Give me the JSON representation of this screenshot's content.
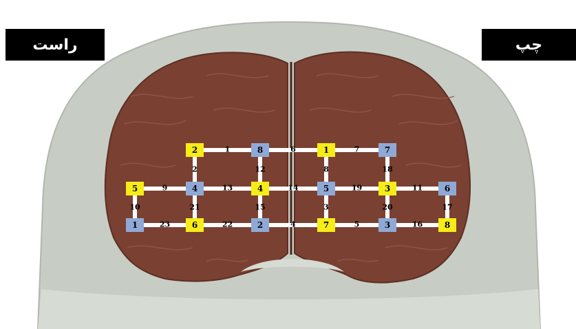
{
  "labels": {
    "right": "راست",
    "left": "چپ"
  },
  "colors": {
    "yellow_node": "#f5ec18",
    "blue_node": "#8fa9d6",
    "brain": "#7a4032",
    "head": "#c7cdc4",
    "edge": "#ffffff"
  },
  "nodes": [
    {
      "id": "y2",
      "label": "2",
      "color": "yellow"
    },
    {
      "id": "b8",
      "label": "8",
      "color": "blue"
    },
    {
      "id": "y1",
      "label": "1",
      "color": "yellow"
    },
    {
      "id": "b7",
      "label": "7",
      "color": "blue"
    },
    {
      "id": "y5",
      "label": "5",
      "color": "yellow"
    },
    {
      "id": "b4",
      "label": "4",
      "color": "blue"
    },
    {
      "id": "y4",
      "label": "4",
      "color": "yellow"
    },
    {
      "id": "b5",
      "label": "5",
      "color": "blue"
    },
    {
      "id": "y3",
      "label": "3",
      "color": "yellow"
    },
    {
      "id": "b6",
      "label": "6",
      "color": "blue"
    },
    {
      "id": "b1",
      "label": "1",
      "color": "blue"
    },
    {
      "id": "y6",
      "label": "6",
      "color": "yellow"
    },
    {
      "id": "b2",
      "label": "2",
      "color": "blue"
    },
    {
      "id": "y7",
      "label": "7",
      "color": "yellow"
    },
    {
      "id": "b3",
      "label": "3",
      "color": "blue"
    },
    {
      "id": "y8",
      "label": "8",
      "color": "yellow"
    }
  ],
  "edges": [
    {
      "from": "y2",
      "to": "b8",
      "label": "1"
    },
    {
      "from": "b8",
      "to": "y1",
      "label": "6"
    },
    {
      "from": "y1",
      "to": "b7",
      "label": "7"
    },
    {
      "from": "y2",
      "to": "b4",
      "label": "2"
    },
    {
      "from": "b8",
      "to": "y4",
      "label": "12"
    },
    {
      "from": "y1",
      "to": "b5",
      "label": "8"
    },
    {
      "from": "b7",
      "to": "y3",
      "label": "18"
    },
    {
      "from": "y5",
      "to": "b4",
      "label": "9"
    },
    {
      "from": "b4",
      "to": "y4",
      "label": "13"
    },
    {
      "from": "y4",
      "to": "b5",
      "label": "14"
    },
    {
      "from": "b5",
      "to": "y3",
      "label": "19"
    },
    {
      "from": "y3",
      "to": "b6",
      "label": "11"
    },
    {
      "from": "y5",
      "to": "b1",
      "label": "10"
    },
    {
      "from": "b4",
      "to": "y6",
      "label": "21"
    },
    {
      "from": "y4",
      "to": "b2",
      "label": "15"
    },
    {
      "from": "b5",
      "to": "y7",
      "label": "3"
    },
    {
      "from": "y3",
      "to": "b3",
      "label": "20"
    },
    {
      "from": "b6",
      "to": "y8",
      "label": "17"
    },
    {
      "from": "b1",
      "to": "y6",
      "label": "23"
    },
    {
      "from": "y6",
      "to": "b2",
      "label": "22"
    },
    {
      "from": "b2",
      "to": "y7",
      "label": "4"
    },
    {
      "from": "y7",
      "to": "b3",
      "label": "5"
    },
    {
      "from": "b3",
      "to": "y8",
      "label": "16"
    }
  ]
}
